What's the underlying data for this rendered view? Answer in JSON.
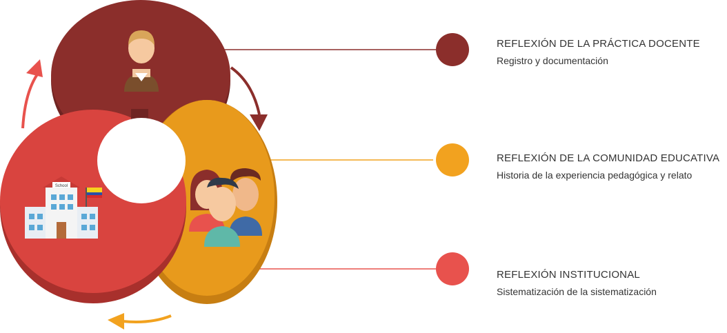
{
  "levels": [
    {
      "title": "REFLEXIÓN DE LA PRÁCTICA DOCENTE",
      "subtitle": "Registro y documentación",
      "color": "#8b2e2b"
    },
    {
      "title": "REFLEXIÓN DE LA COMUNIDAD EDUCATIVA",
      "subtitle": "Historia de la experiencia pedagógica y relato",
      "color": "#f2a21f"
    },
    {
      "title": "REFLEXIÓN INSTITUCIONAL",
      "subtitle": "Sistematización de la sistematización",
      "color": "#e8524d"
    }
  ],
  "school_sign": "School",
  "colors": {
    "dark_red": "#8b2e2b",
    "red": "#d9443f",
    "orange": "#e89a1c",
    "arrow_red": "#e8524d",
    "arrow_orange": "#f2a21f",
    "arrow_dark": "#8b2e2b"
  },
  "icons": [
    "teacher-icon",
    "school-icon",
    "community-people-icon",
    "cycle-arrow-icon"
  ]
}
